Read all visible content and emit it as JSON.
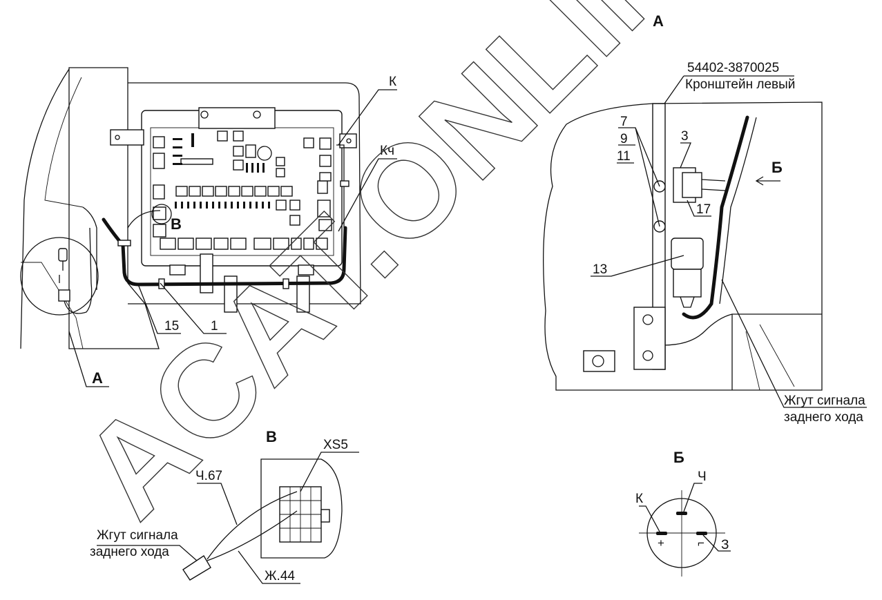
{
  "watermark": "ACAT.ONLINE",
  "main_view": {
    "callouts": {
      "k": "К",
      "kch": "Кч",
      "v": "В",
      "n15": "15",
      "n1": "1",
      "view_a": "А"
    }
  },
  "view_a": {
    "title": "А",
    "part_number": "54402-3870025",
    "part_name": "Кронштейн левый",
    "arrow_label": "Б",
    "callouts": {
      "n7": "7",
      "n9": "9",
      "n11": "11",
      "n3": "3",
      "n17": "17",
      "n13": "13"
    },
    "harness_label_line1": "Жгут сигнала",
    "harness_label_line2": "заднего хода"
  },
  "view_v": {
    "title": "В",
    "connector": "XS5",
    "wire1": "Ч.67",
    "wire2": "Ж.44",
    "harness_label_line1": "Жгут сигнала",
    "harness_label_line2": "заднего хода"
  },
  "view_b": {
    "title": "Б",
    "pin_k": "К",
    "pin_ch": "Ч",
    "pin_z": "З",
    "plus": "+",
    "ground_symbol": "⌐"
  }
}
